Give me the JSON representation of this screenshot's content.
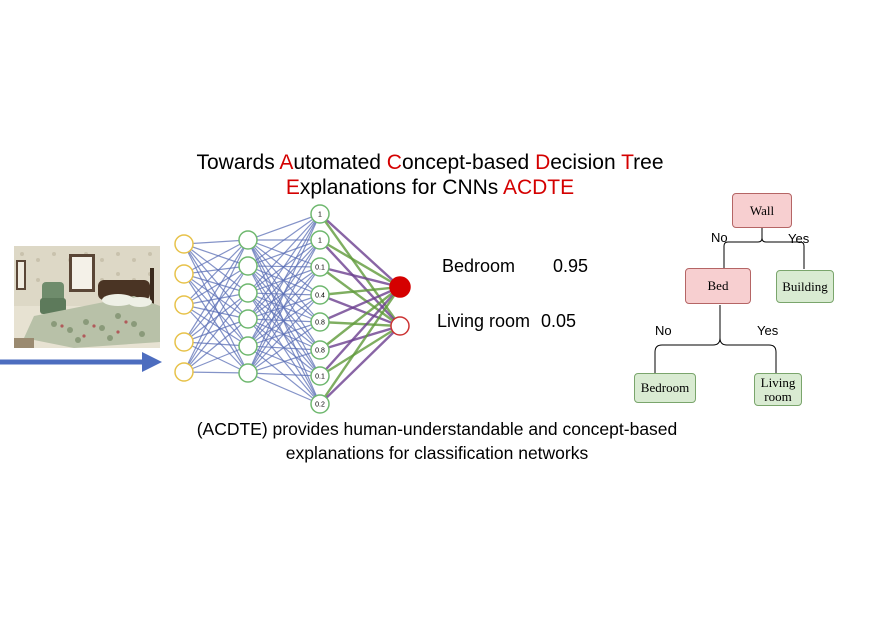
{
  "title": {
    "line1": [
      {
        "text": "Towards ",
        "hl": false
      },
      {
        "text": "A",
        "hl": true
      },
      {
        "text": "utomated ",
        "hl": false
      },
      {
        "text": "C",
        "hl": true
      },
      {
        "text": "oncept-based ",
        "hl": false
      },
      {
        "text": "D",
        "hl": true
      },
      {
        "text": "ecision ",
        "hl": false
      },
      {
        "text": "T",
        "hl": true
      },
      {
        "text": "ree",
        "hl": false
      }
    ],
    "line2": [
      {
        "text": "E",
        "hl": true
      },
      {
        "text": "xplanations for CNNs ",
        "hl": false
      },
      {
        "text": "ACDTE",
        "hl": true
      }
    ]
  },
  "caption": {
    "line1": "(ACDTE) provides human-understandable and concept-based",
    "line2": "explanations for classification networks"
  },
  "network": {
    "layer3_values": [
      "1",
      "1",
      "0.1",
      "0.4",
      "0.8",
      "0.8",
      "0.1",
      "0.2"
    ]
  },
  "outputs": [
    {
      "label": "Bedroom",
      "score": "0.95"
    },
    {
      "label": "Living room",
      "score": "0.05"
    }
  ],
  "tree": {
    "root": "Wall",
    "root_no": "No",
    "root_yes": "Yes",
    "mid": "Bed",
    "right_leaf": "Building",
    "mid_no": "No",
    "mid_yes": "Yes",
    "leaf_left": "Bedroom",
    "leaf_right_line1": "Living",
    "leaf_right_line2": "room"
  },
  "colors": {
    "accent_red": "#d40000",
    "input_node": "#e7c24a",
    "hidden_node": "#6fb86f",
    "edge_blue": "#5b6fb5",
    "edge_green": "#5f9a3a",
    "edge_purple": "#6b3e8e",
    "arrow": "#4d6dbf",
    "output_active": "#d50000",
    "output_inactive": "#cc3333"
  }
}
